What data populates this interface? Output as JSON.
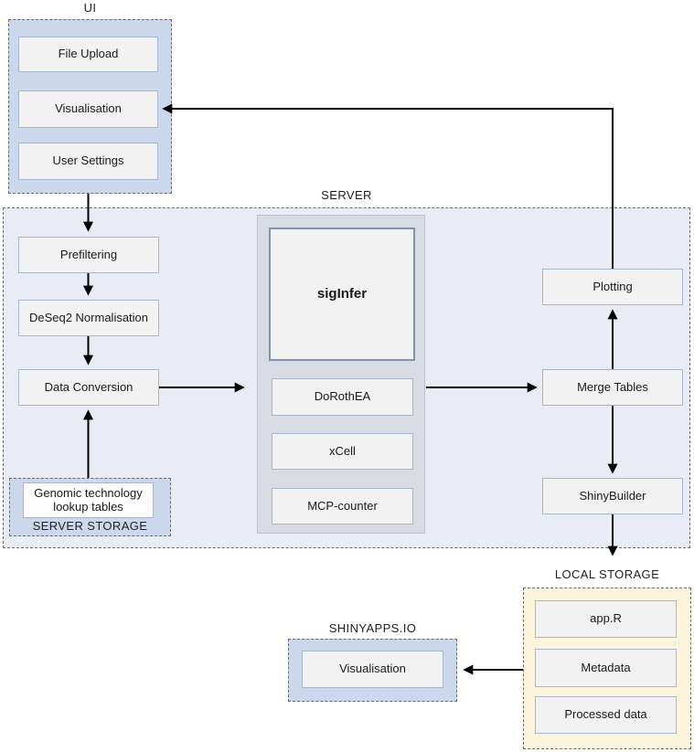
{
  "ui": {
    "label": "UI",
    "items": [
      "File Upload",
      "Visualisation",
      "User Settings"
    ]
  },
  "server": {
    "label": "SERVER",
    "pipeline": [
      "Prefiltering",
      "DeSeq2 Normalisation",
      "Data Conversion"
    ],
    "engine": {
      "main": "sigInfer",
      "modules": [
        "DoRothEA",
        "xCell",
        "MCP-counter"
      ]
    },
    "outputs": [
      "Plotting",
      "Merge Tables",
      "ShinyBuilder"
    ],
    "storage": {
      "label": "SERVER STORAGE",
      "item": "Genomic technology lookup tables"
    }
  },
  "local_storage": {
    "label": "LOCAL STORAGE",
    "items": [
      "app.R",
      "Metadata",
      "Processed data"
    ]
  },
  "shinyapps": {
    "label": "SHINYAPPS.IO",
    "item": "Visualisation"
  },
  "colors": {
    "section_blue": "#cbd8ec",
    "server_background": "#e9ecf4",
    "engine_panel": "#d8dbe2",
    "local_storage_background": "#fcf5dc",
    "node_fill": "#f2f2f2",
    "node_border": "#a6b7cf",
    "siginfer_border": "#8193ad",
    "dashed_border": "#6b6b6b",
    "arrow": "#000000"
  }
}
